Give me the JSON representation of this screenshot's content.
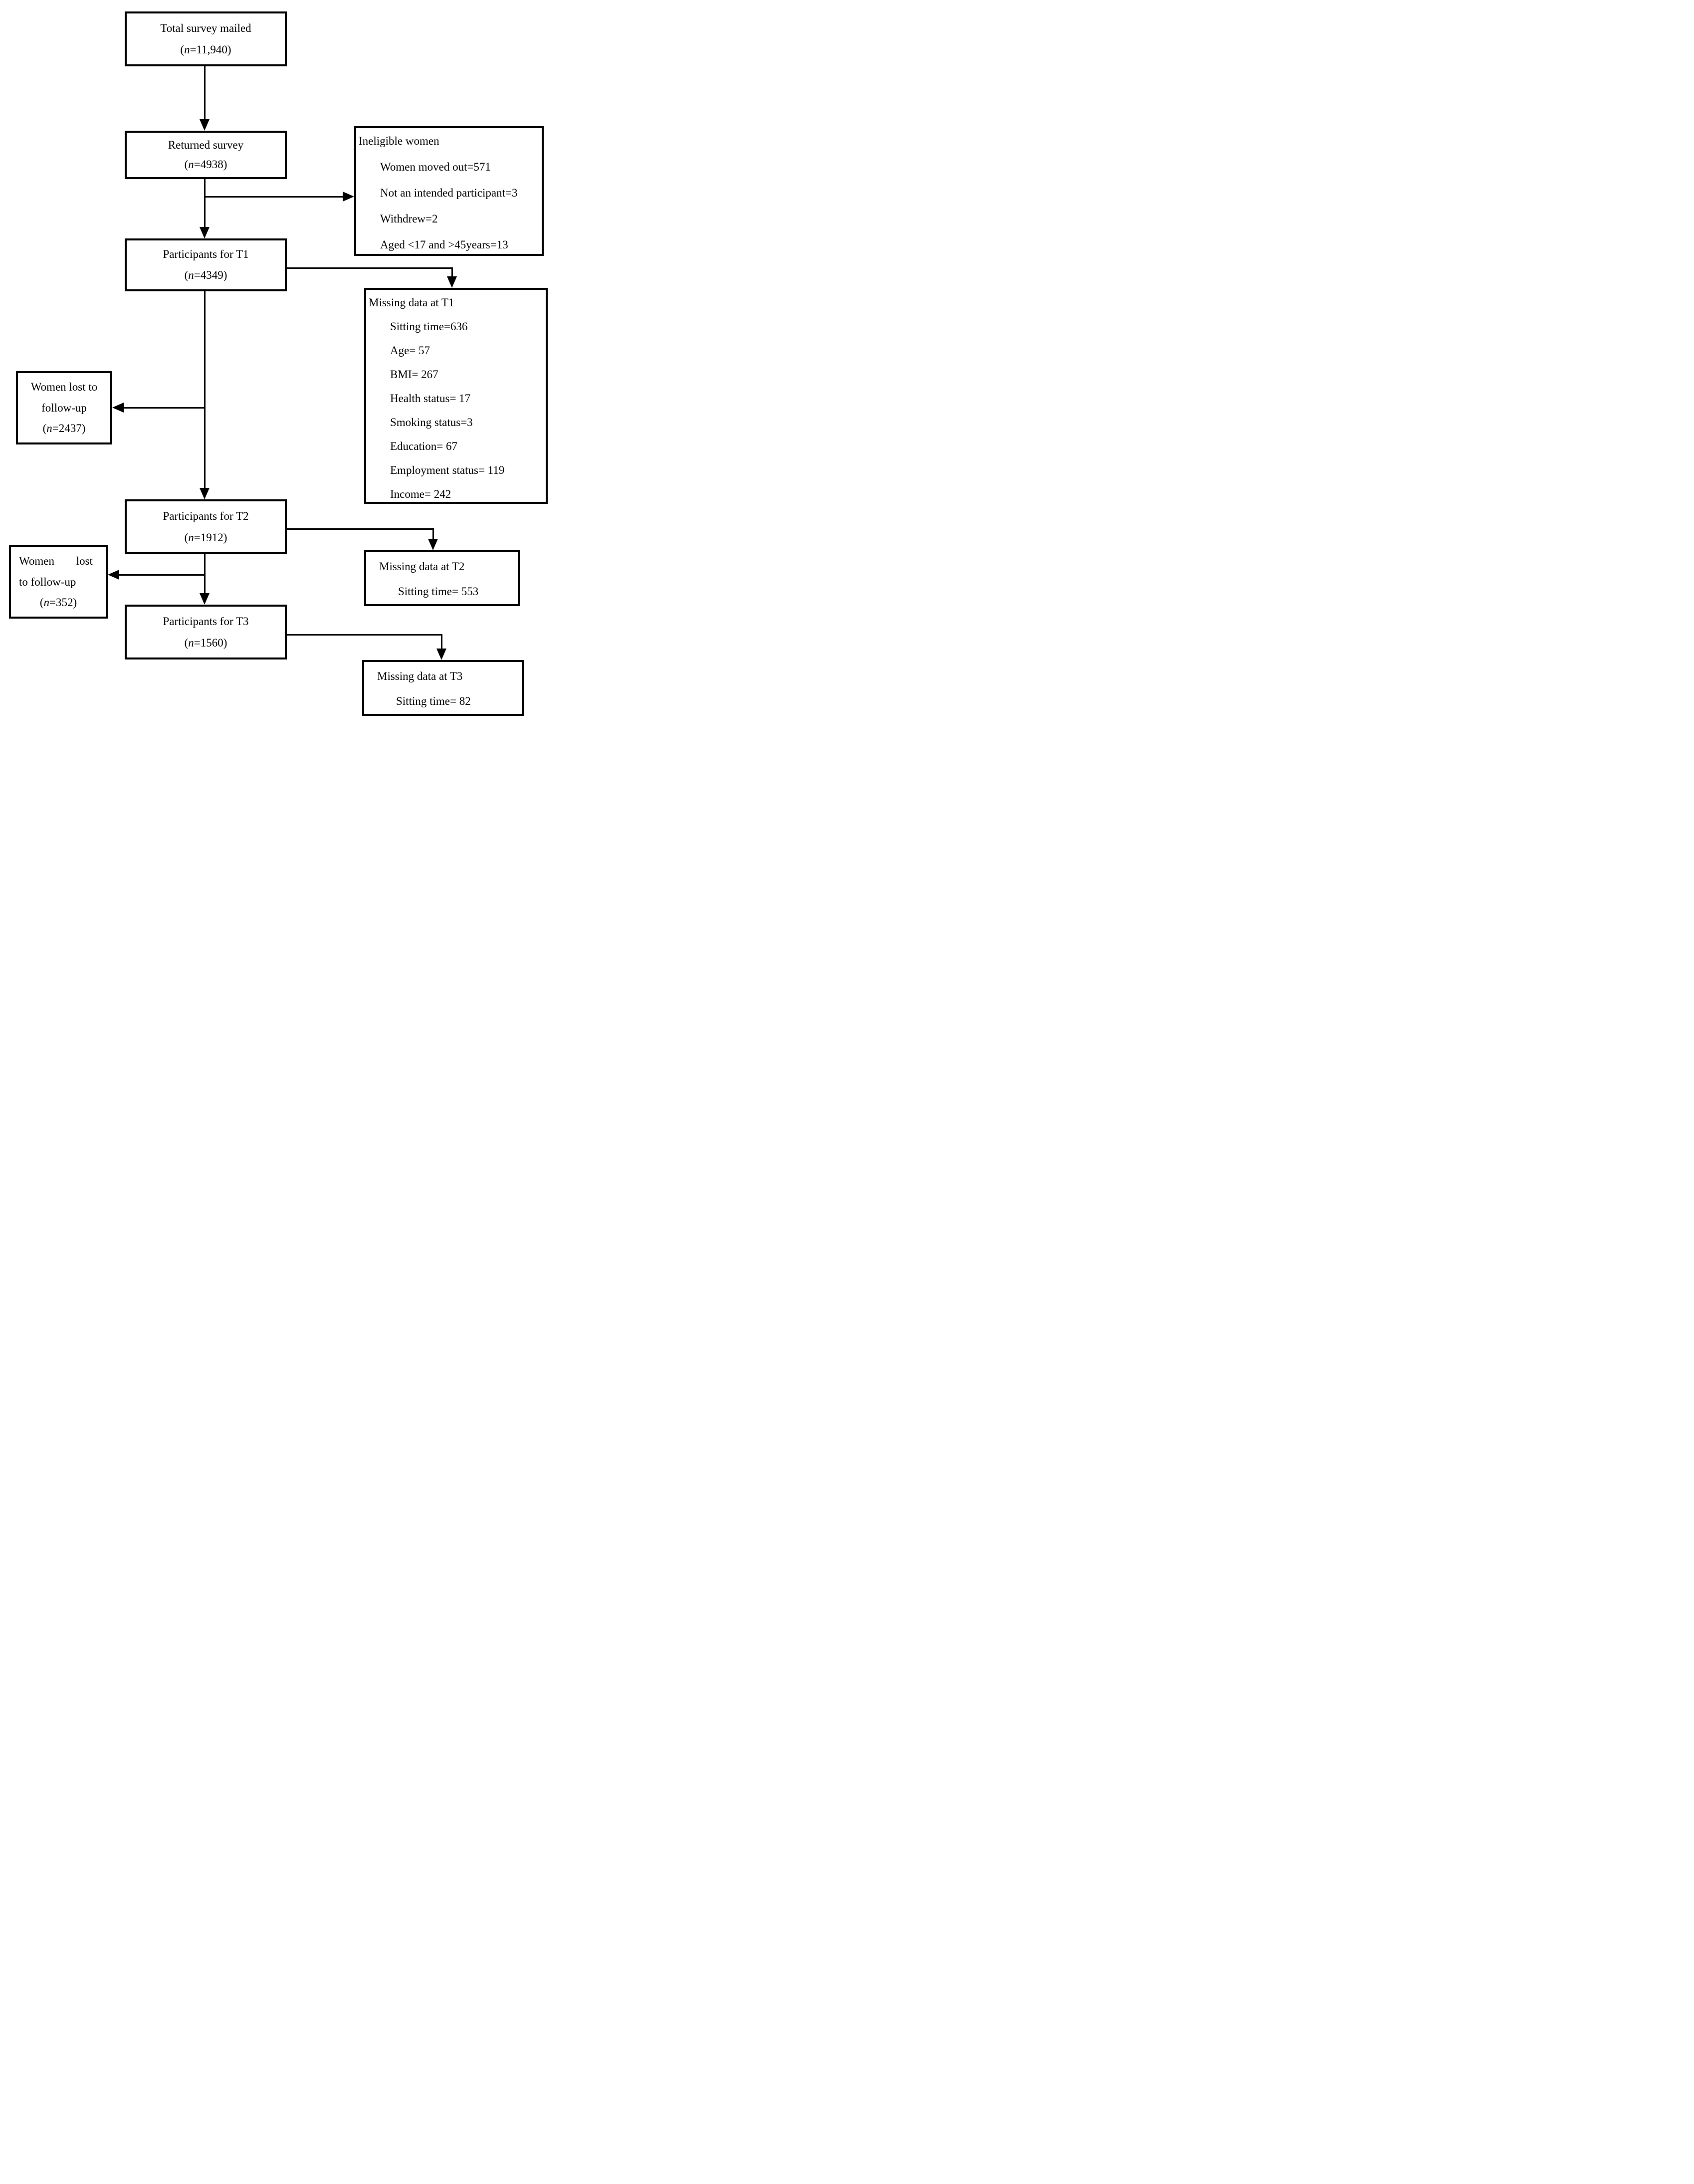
{
  "diagram": {
    "flow_boxes": [
      {
        "id": "total-survey-mailed",
        "title": "Total survey mailed",
        "n": "11,940"
      },
      {
        "id": "returned-survey",
        "title": "Returned survey",
        "n": "4938"
      },
      {
        "id": "participants-t1",
        "title": "Participants for T1",
        "n": "4349"
      },
      {
        "id": "participants-t2",
        "title": "Participants for T2",
        "n": "1912"
      },
      {
        "id": "participants-t3",
        "title": "Participants for T3",
        "n": "1560"
      }
    ],
    "side_boxes": [
      {
        "id": "ineligible-women",
        "header": "Ineligible women",
        "items": [
          "Women moved out=571",
          "Not an intended participant=3",
          "Withdrew=2",
          "Aged <17 and >45years=13"
        ]
      },
      {
        "id": "missing-data-t1",
        "header": "Missing data at T1",
        "items": [
          "Sitting time=636",
          "Age= 57",
          "BMI= 267",
          "Health status= 17",
          "Smoking status=3",
          "Education= 67",
          "Employment status= 119",
          "Income= 242"
        ]
      },
      {
        "id": "missing-data-t2",
        "header": "Missing data at T2",
        "items": [
          "Sitting time= 553"
        ]
      },
      {
        "id": "missing-data-t3",
        "header": "Missing data at T3",
        "items": [
          "Sitting time= 82"
        ]
      }
    ],
    "lost_boxes": [
      {
        "id": "lost-followup-1",
        "line1": "Women lost to",
        "line2": "follow-up",
        "n": "2437"
      },
      {
        "id": "lost-followup-2",
        "line1": "Women lost",
        "line2": "to follow-up",
        "n": "352"
      }
    ]
  },
  "colors": {
    "line": "#000000",
    "background": "#ffffff"
  }
}
